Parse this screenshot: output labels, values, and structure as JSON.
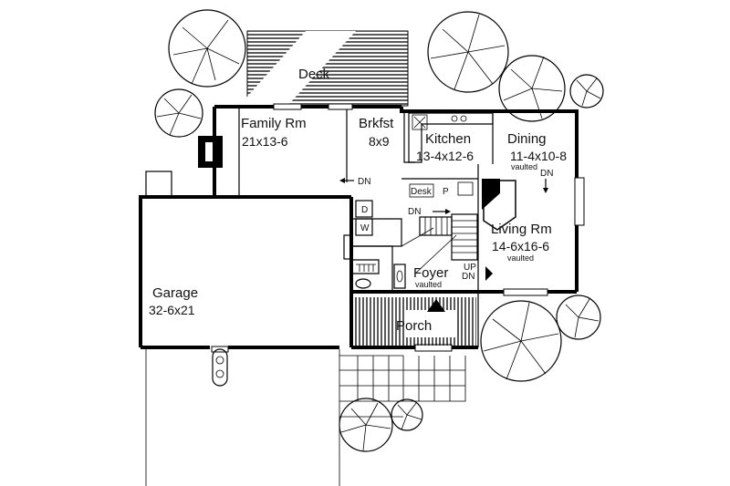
{
  "rooms": {
    "deck": {
      "name": "Deck"
    },
    "family": {
      "name": "Family Rm",
      "size": "21x13-6"
    },
    "brkfst": {
      "name": "Brkfst",
      "size": "8x9"
    },
    "kitchen": {
      "name": "Kitchen",
      "size": "13-4x12-6"
    },
    "dining": {
      "name": "Dining",
      "size": "11-4x10-8",
      "note": "vaulted"
    },
    "living": {
      "name": "Living Rm",
      "size": "14-6x16-6",
      "note": "vaulted"
    },
    "foyer": {
      "name": "Foyer",
      "note": "vaulted"
    },
    "porch": {
      "name": "Porch"
    },
    "garage": {
      "name": "Garage",
      "size": "32-6x21"
    }
  },
  "labels": {
    "dn_family": "DN",
    "dn_dining": "DN",
    "dn_stair": "DN",
    "up_stair": "UP",
    "dn_stair2": "DN",
    "desk": "Desk",
    "pantry": "P",
    "dryer": "D",
    "washer": "W"
  }
}
